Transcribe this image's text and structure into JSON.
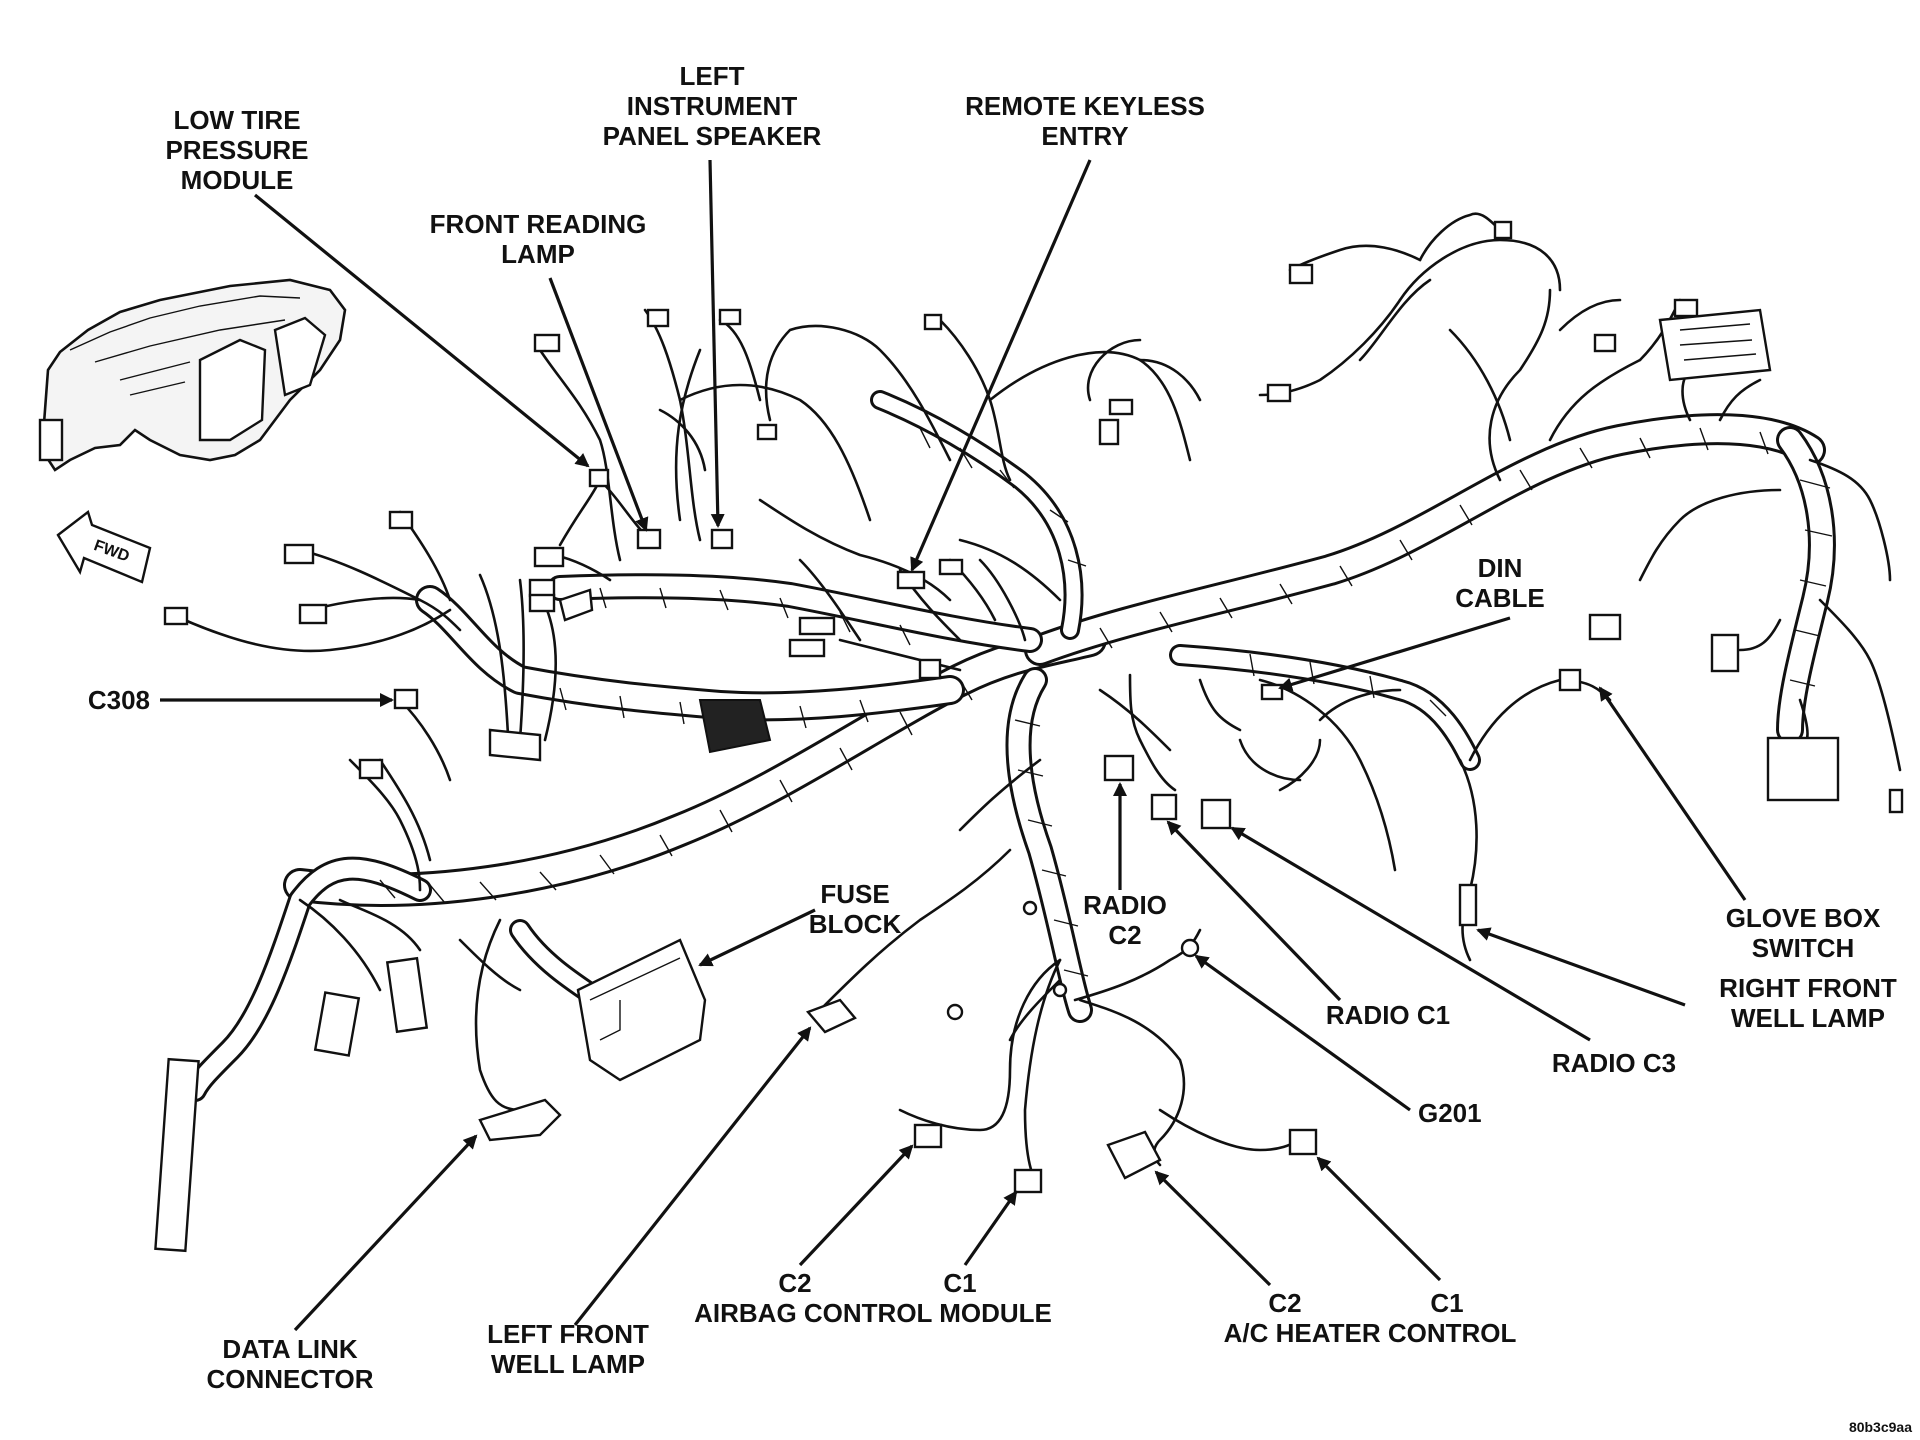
{
  "labels": {
    "low_tire": [
      "LOW TIRE",
      "PRESSURE",
      "MODULE"
    ],
    "left_ip_speaker": [
      "LEFT",
      "INSTRUMENT",
      "PANEL SPEAKER"
    ],
    "remote_keyless": [
      "REMOTE KEYLESS",
      "ENTRY"
    ],
    "front_reading_lamp": [
      "FRONT READING",
      "LAMP"
    ],
    "din_cable": [
      "DIN",
      "CABLE"
    ],
    "c308": "C308",
    "fuse_block": [
      "FUSE",
      "BLOCK"
    ],
    "radio_c2": [
      "RADIO",
      "C2"
    ],
    "radio_c1": "RADIO C1",
    "radio_c3": "RADIO C3",
    "glove_box_switch": [
      "GLOVE BOX",
      "SWITCH"
    ],
    "right_front_well_lamp": [
      "RIGHT FRONT",
      "WELL LAMP"
    ],
    "g201": "G201",
    "data_link_connector": [
      "DATA LINK",
      "CONNECTOR"
    ],
    "left_front_well_lamp": [
      "LEFT FRONT",
      "WELL LAMP"
    ],
    "airbag_c2": "C2",
    "airbag_c1": "C1",
    "airbag_module": "AIRBAG CONTROL MODULE",
    "ac_c2": "C2",
    "ac_c1": "C1",
    "ac_heater_control": "A/C HEATER CONTROL",
    "fwd_arrow": "FWD",
    "figure_id": "80b3c9aa"
  }
}
